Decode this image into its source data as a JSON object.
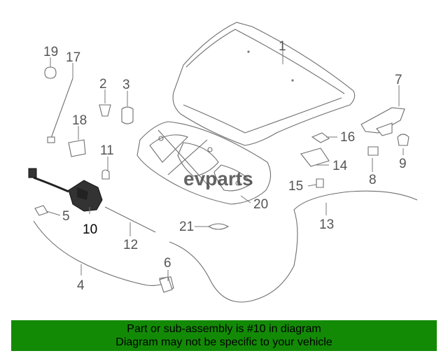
{
  "diagram": {
    "callouts": [
      "19",
      "17",
      "2",
      "3",
      "1",
      "7",
      "18",
      "16",
      "11",
      "9",
      "14",
      "8",
      "15",
      "20",
      "5",
      "10",
      "21",
      "13",
      "12",
      "6",
      "4"
    ],
    "highlighted_callout": "10",
    "watermark_text": "evparts"
  },
  "footer": {
    "line1": "Part or sub-assembly is #10 in diagram",
    "line2": "Diagram may not be specific to your vehicle",
    "background_color": "#138a06"
  }
}
